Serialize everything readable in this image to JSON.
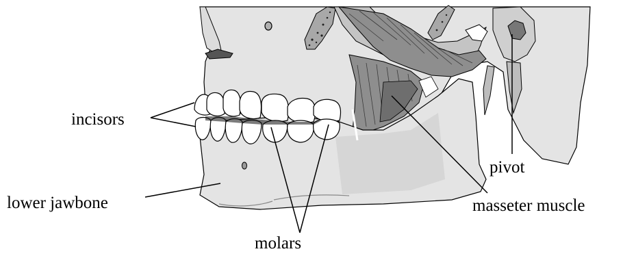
{
  "labels": {
    "incisors": "incisors",
    "lower_jawbone": "lower jawbone",
    "molars": "molars",
    "pivot": "pivot",
    "masseter_muscle": "masseter muscle"
  },
  "colors": {
    "bone": "#e4e4e4",
    "bone_shadow": "#d2d2d2",
    "muscle": "#8e8e8e",
    "muscle_dark": "#6e6e6e",
    "teeth": "#ffffff",
    "outline": "#000000"
  }
}
